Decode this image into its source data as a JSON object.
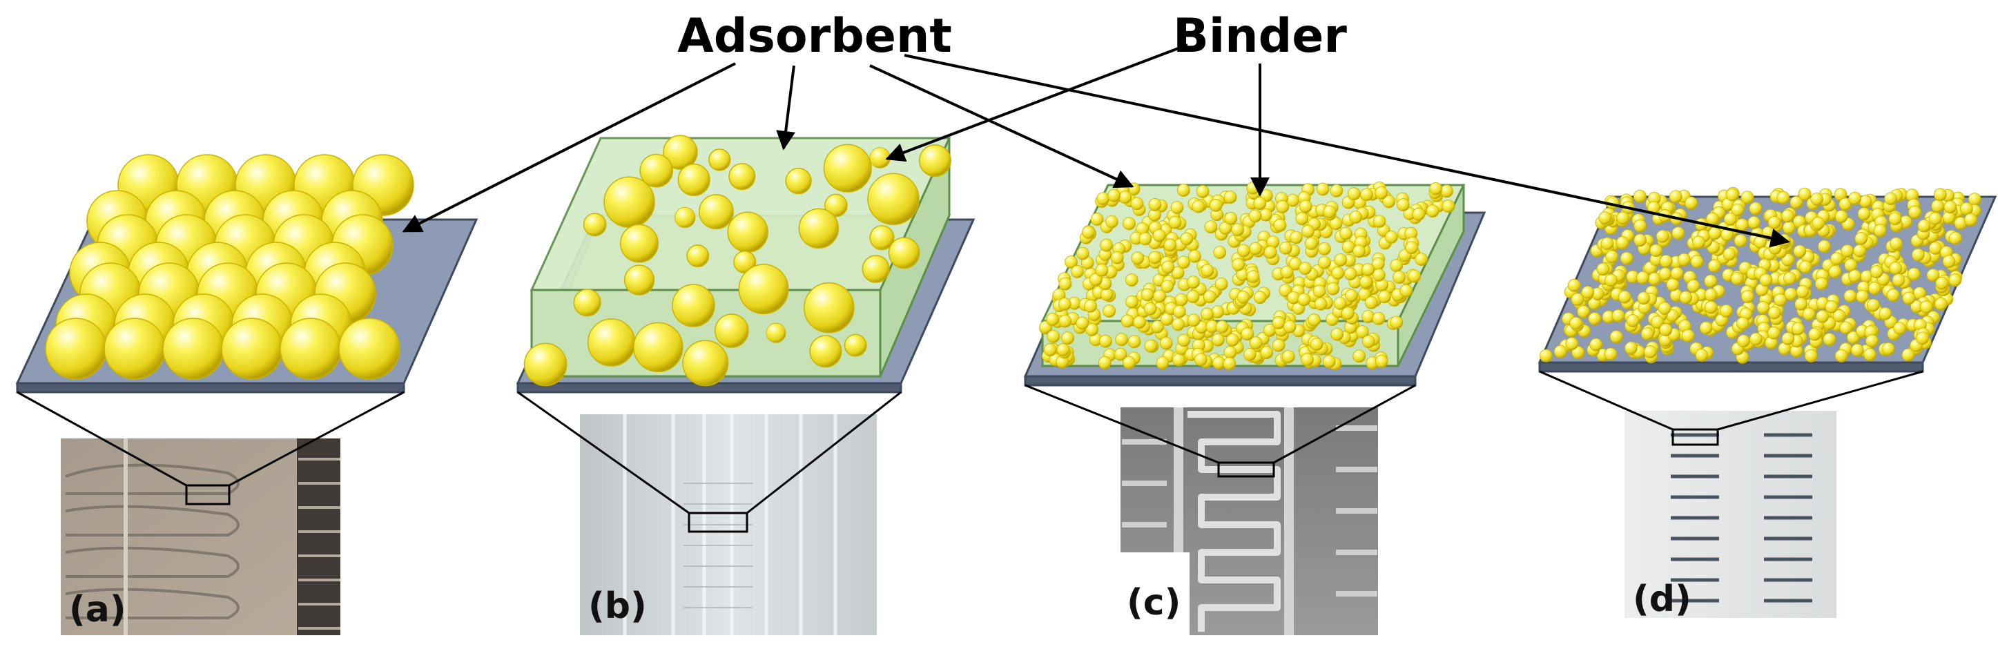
{
  "callouts": {
    "adsorbent": "Adsorbent",
    "binder": "Binder"
  },
  "panels": [
    {
      "id": "a",
      "label": "(a)"
    },
    {
      "id": "b",
      "label": "(b)"
    },
    {
      "id": "c",
      "label": "(c)"
    },
    {
      "id": "d",
      "label": "(d)"
    }
  ],
  "colors": {
    "particle": "#f7ee3a",
    "particle_shade": "#c9b400",
    "binder_matrix": "#c8e2b8",
    "binder_edge": "#5d8f4a",
    "substrate": "#8d9bb4",
    "substrate_edge": "#3f4a5c"
  }
}
